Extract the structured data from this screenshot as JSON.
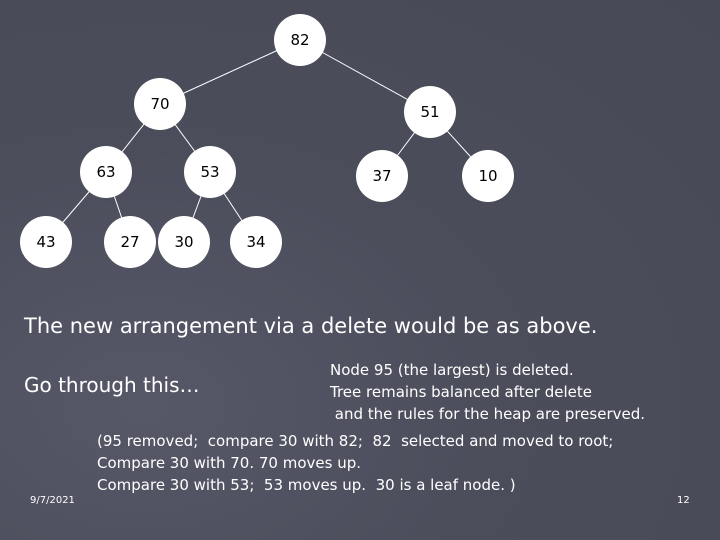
{
  "tree": {
    "nodes": [
      {
        "id": "n82",
        "label": "82"
      },
      {
        "id": "n70",
        "label": "70"
      },
      {
        "id": "n51",
        "label": "51"
      },
      {
        "id": "n63",
        "label": "63"
      },
      {
        "id": "n53",
        "label": "53"
      },
      {
        "id": "n37",
        "label": "37"
      },
      {
        "id": "n10",
        "label": "10"
      },
      {
        "id": "n43",
        "label": "43"
      },
      {
        "id": "n27",
        "label": "27"
      },
      {
        "id": "n30",
        "label": "30"
      },
      {
        "id": "n34",
        "label": "34"
      }
    ],
    "edges": [
      [
        "n82",
        "n70"
      ],
      [
        "n82",
        "n51"
      ],
      [
        "n70",
        "n63"
      ],
      [
        "n70",
        "n53"
      ],
      [
        "n51",
        "n37"
      ],
      [
        "n51",
        "n10"
      ],
      [
        "n63",
        "n43"
      ],
      [
        "n63",
        "n27"
      ],
      [
        "n53",
        "n30"
      ],
      [
        "n53",
        "n34"
      ]
    ]
  },
  "text": {
    "main": "The new arrangement via a delete would be as above.",
    "go_through": "Go through this…",
    "note_1": "Node 95 (the largest) is deleted.",
    "note_2": "Tree remains balanced after delete",
    "note_3": " and the rules for the heap are preserved.",
    "note_4": "(95 removed;  compare 30 with 82;  82  selected and moved to root;",
    "note_5": "Compare 30 with 70. 70 moves up.",
    "note_6": "Compare 30 with 53;  53 moves up.  30 is a leaf node. )"
  },
  "footer": {
    "date": "9/7/2021",
    "page": "12"
  },
  "colors": {
    "background": "#4a4c5a",
    "node_fill": "#ffffff",
    "edge": "#ffffff",
    "text": "#ffffff"
  }
}
